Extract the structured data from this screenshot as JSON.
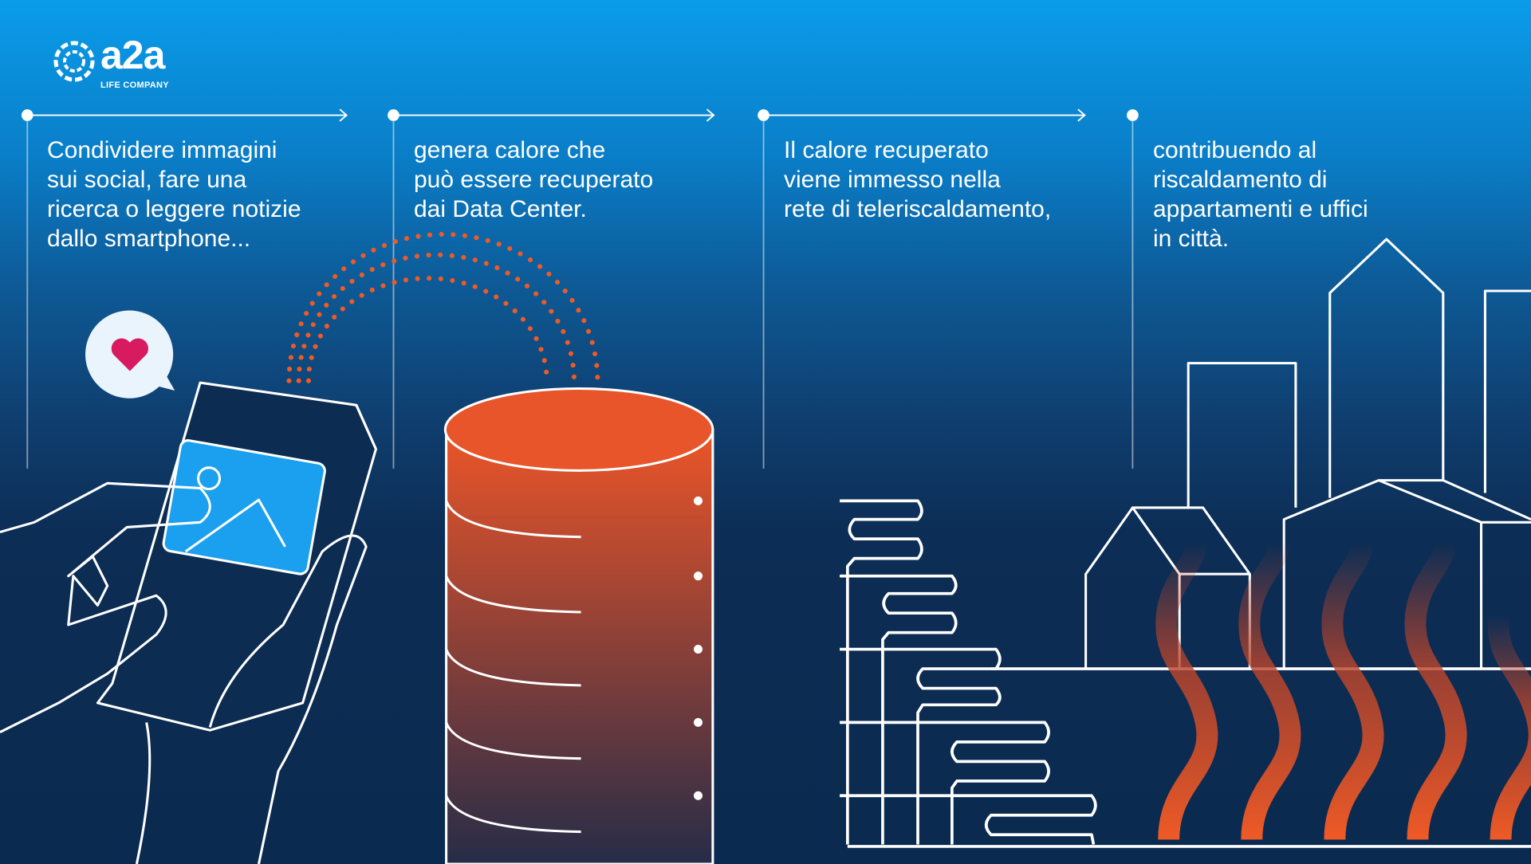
{
  "logo": {
    "word": "a2a",
    "tagline": "LIFE COMPANY"
  },
  "steps": [
    {
      "text": "Condividere immagini\nsui social, fare una\nricerca o leggere notizie\ndallo smartphone..."
    },
    {
      "text": "genera calore che\npuò essere recuperato\ndai Data Center."
    },
    {
      "text": "Il calore recuperato\nviene immesso nella\nrete di teleriscaldamento,"
    },
    {
      "text": "contribuendo al\nriscaldamento di\nappartamenti e uffici\nin città."
    }
  ],
  "colors": {
    "heat": "#e8552a",
    "heart": "#d81b60",
    "screen": "#1aa0ee",
    "line": "#ffffff"
  }
}
